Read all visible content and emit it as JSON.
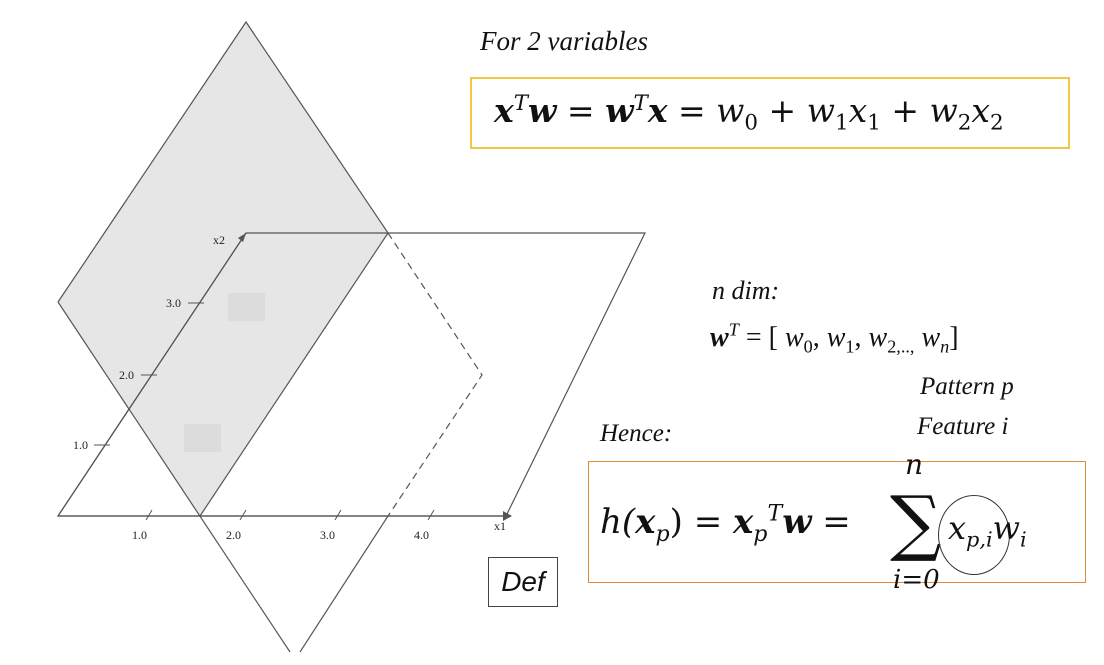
{
  "header": {
    "label": "For 2 variables"
  },
  "equation_2var": {
    "lhs1_base": "x",
    "lhs1_sup": "T",
    "lhs1_w": "w",
    "eq1": "=",
    "rhs1_base": "w",
    "rhs1_sup": "T",
    "rhs1_x": "x",
    "eq2": "=",
    "w0": "w",
    "w0_sub": "0",
    "plus1": "+",
    "w1": "w",
    "w1_sub": "1",
    "x1": "x",
    "x1_sub": "1",
    "plus2": "+",
    "w2": "w",
    "w2_sub": "2",
    "x2": "x",
    "x2_sub": "2"
  },
  "ndim": {
    "label": "n dim:",
    "w": "w",
    "w_sup": "T",
    "eq": "=",
    "open": "[",
    "w0": "w",
    "w0_sub": "0",
    "sep1": ",",
    "w1": "w",
    "w1_sub": "1",
    "sep2": ",",
    "w2": "w",
    "w2_sub": "2,..,",
    "wn": "w",
    "wn_sub": "n",
    "close": "]"
  },
  "annotations": {
    "pattern": "Pattern p",
    "feature": "Feature i",
    "hence": "Hence:"
  },
  "equation_h": {
    "h": "h(",
    "x": "x",
    "p": "p",
    "close": ")",
    "eq1": "=",
    "xt": "x",
    "xt_sub": "p",
    "xt_sup": "T",
    "w": "w",
    "eq2": "=",
    "sigma": "∑",
    "sum_upper": "n",
    "sum_lower": "i=0",
    "xpi": "x",
    "xpi_sub": "p,i",
    "wi": "w",
    "wi_sub": "i"
  },
  "def_label": "Def",
  "axes": {
    "x1_label": "x1",
    "x2_label": "x2",
    "x1_ticks": [
      "1.0",
      "2.0",
      "3.0",
      "4.0"
    ],
    "x2_ticks": [
      "1.0",
      "2.0",
      "3.0"
    ]
  },
  "colors": {
    "yellow_box": "#f2c744",
    "orange_box": "#e08a3c",
    "plane_fill": "#e6e6e6",
    "marker": "#dcdcdc"
  }
}
